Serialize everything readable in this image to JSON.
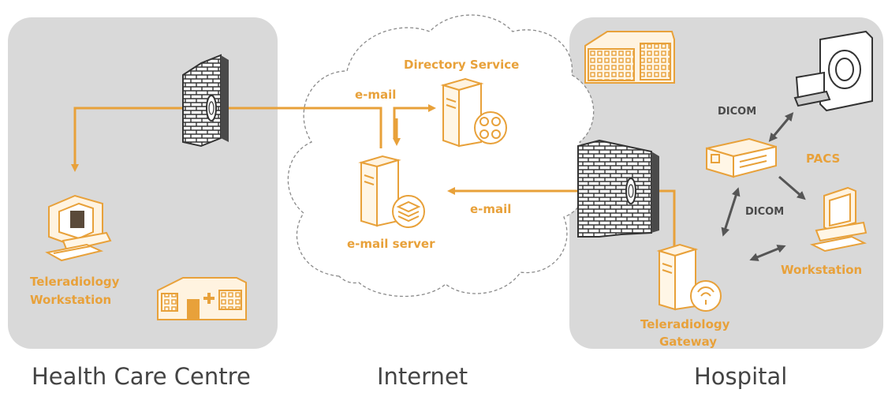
{
  "zones": {
    "left": "Health Care Centre",
    "middle": "Internet",
    "right": "Hospital"
  },
  "nodes": {
    "directory_service": "Directory Service",
    "email_server": "e-mail server",
    "pacs": "PACS",
    "workstation": "Workstation",
    "teleradiology_workstation": [
      "Teleradiology",
      "Workstation"
    ],
    "teleradiology_gateway": [
      "Teleradiology",
      "Gateway"
    ]
  },
  "links": {
    "email_left": "e-mail",
    "email_right": "e-mail",
    "dicom_top": "DICOM",
    "dicom_bottom": "DICOM"
  },
  "colors": {
    "accent": "#e8a13a",
    "panel": "#d9d9d9",
    "arrow_gray": "#555555",
    "caption": "#444444"
  },
  "icons": {
    "firewall": "brick-wall-icon",
    "server": "server-tower-icon",
    "workstation": "computer-icon",
    "building": "building-icon",
    "scanner": "mri-scanner-icon",
    "pacs": "pacs-box-icon"
  }
}
